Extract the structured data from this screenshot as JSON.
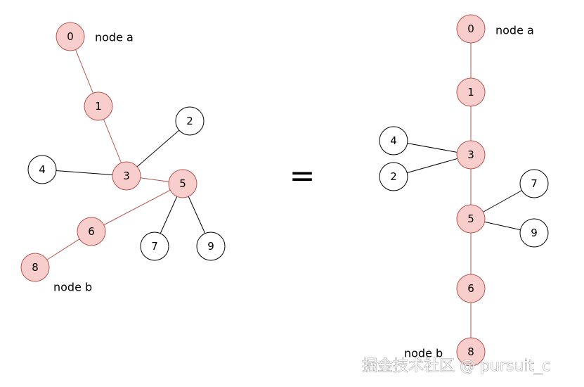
{
  "captions": {
    "node_a": "node a",
    "node_b": "node b"
  },
  "equals_sign": "=",
  "watermark": "掘金技术社区 @ pursuit_c",
  "colors": {
    "highlight_fill": "#f8cecc",
    "highlight_stroke": "#b85450",
    "plain_stroke": "#000000"
  },
  "left_tree": {
    "nodes": [
      {
        "id": "0",
        "highlight": true
      },
      {
        "id": "1",
        "highlight": true
      },
      {
        "id": "2",
        "highlight": false
      },
      {
        "id": "3",
        "highlight": true
      },
      {
        "id": "4",
        "highlight": false
      },
      {
        "id": "5",
        "highlight": true
      },
      {
        "id": "6",
        "highlight": true
      },
      {
        "id": "7",
        "highlight": false
      },
      {
        "id": "8",
        "highlight": true
      },
      {
        "id": "9",
        "highlight": false
      }
    ],
    "edges": [
      {
        "from": "0",
        "to": "1",
        "highlight": true
      },
      {
        "from": "1",
        "to": "3",
        "highlight": true
      },
      {
        "from": "3",
        "to": "2",
        "highlight": false
      },
      {
        "from": "3",
        "to": "4",
        "highlight": false
      },
      {
        "from": "3",
        "to": "5",
        "highlight": true
      },
      {
        "from": "5",
        "to": "6",
        "highlight": true
      },
      {
        "from": "5",
        "to": "7",
        "highlight": false
      },
      {
        "from": "5",
        "to": "9",
        "highlight": false
      },
      {
        "from": "6",
        "to": "8",
        "highlight": true
      }
    ]
  },
  "right_tree": {
    "nodes": [
      {
        "id": "0",
        "highlight": true
      },
      {
        "id": "1",
        "highlight": true
      },
      {
        "id": "4",
        "highlight": false
      },
      {
        "id": "3",
        "highlight": true
      },
      {
        "id": "2",
        "highlight": false
      },
      {
        "id": "7",
        "highlight": false
      },
      {
        "id": "5",
        "highlight": true
      },
      {
        "id": "9",
        "highlight": false
      },
      {
        "id": "6",
        "highlight": true
      },
      {
        "id": "8",
        "highlight": true
      }
    ],
    "edges": [
      {
        "from": "0",
        "to": "1",
        "highlight": true
      },
      {
        "from": "1",
        "to": "3",
        "highlight": true
      },
      {
        "from": "3",
        "to": "4",
        "highlight": false
      },
      {
        "from": "3",
        "to": "2",
        "highlight": false
      },
      {
        "from": "3",
        "to": "5",
        "highlight": true
      },
      {
        "from": "5",
        "to": "7",
        "highlight": false
      },
      {
        "from": "5",
        "to": "9",
        "highlight": false
      },
      {
        "from": "5",
        "to": "6",
        "highlight": true
      },
      {
        "from": "6",
        "to": "8",
        "highlight": true
      }
    ]
  }
}
